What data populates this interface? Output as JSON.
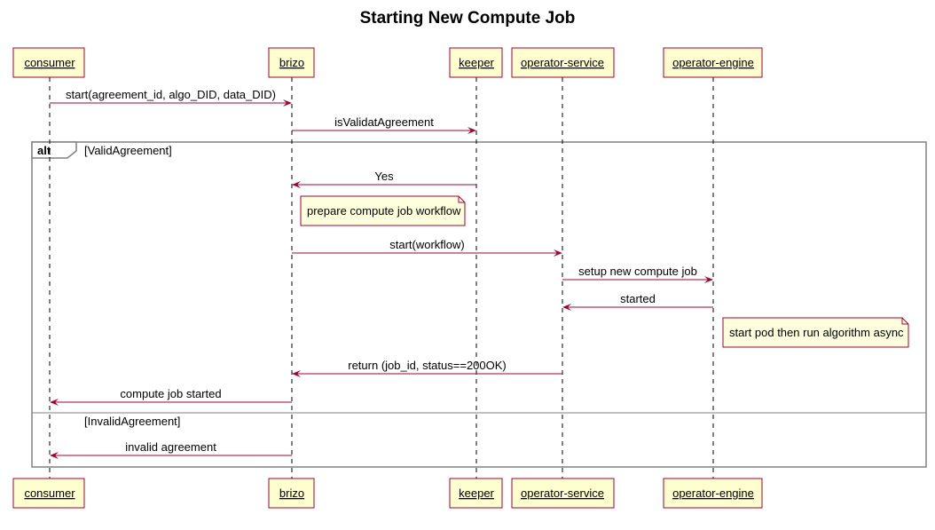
{
  "title": "Starting New Compute Job",
  "participants": [
    {
      "id": "consumer",
      "label": "consumer"
    },
    {
      "id": "brizo",
      "label": "brizo"
    },
    {
      "id": "keeper",
      "label": "keeper"
    },
    {
      "id": "operator_service",
      "label": "operator-service"
    },
    {
      "id": "operator_engine",
      "label": "operator-engine"
    }
  ],
  "messages": [
    {
      "from": "consumer",
      "to": "brizo",
      "label": "start(agreement_id, algo_DID, data_DID)"
    },
    {
      "from": "brizo",
      "to": "keeper",
      "label": "isValidatAgreement"
    },
    {
      "from": "keeper",
      "to": "brizo",
      "label": "Yes"
    },
    {
      "from": "brizo",
      "to": "operator_service",
      "label": "start(workflow)"
    },
    {
      "from": "operator_service",
      "to": "operator_engine",
      "label": "setup new compute job"
    },
    {
      "from": "operator_engine",
      "to": "operator_service",
      "label": "started"
    },
    {
      "from": "operator_service",
      "to": "brizo",
      "label": "return (job_id, status==200OK)"
    },
    {
      "from": "brizo",
      "to": "consumer",
      "label": "compute job started"
    },
    {
      "from": "brizo",
      "to": "consumer",
      "label": "invalid agreement"
    }
  ],
  "notes": [
    {
      "at": "brizo",
      "label": "prepare compute job workflow"
    },
    {
      "at": "operator_engine",
      "label": "start pod then run algorithm async"
    }
  ],
  "fragment": {
    "kind": "alt",
    "branches": [
      {
        "guard": "[ValidAgreement]"
      },
      {
        "guard": "[InvalidAgreement]"
      }
    ]
  },
  "colors": {
    "participant_fill": "#FEFECE",
    "accent": "#A80036",
    "note_fill": "#FBFB77",
    "frame": "#808080"
  }
}
